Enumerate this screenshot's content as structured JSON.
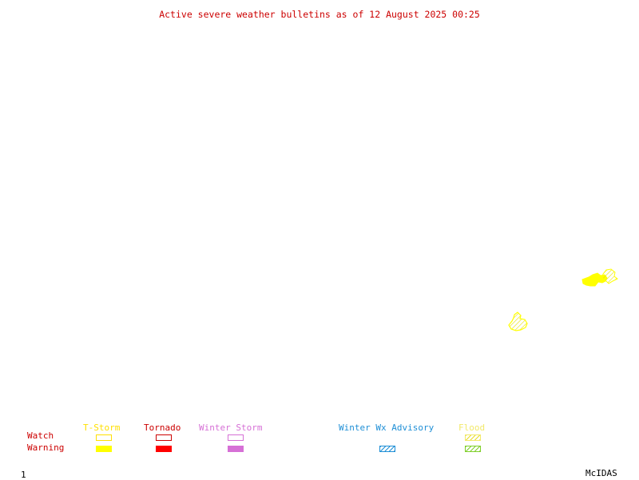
{
  "title": "Active severe weather bulletins as of 12 August 2025 00:25",
  "legend": {
    "row_labels": {
      "watch": "Watch",
      "warning": "Warning"
    },
    "categories": [
      {
        "name": "T-Storm",
        "color": "#ffe000"
      },
      {
        "name": "Tornado",
        "color": "#cc0000"
      },
      {
        "name": "Winter Storm",
        "color": "#d670d6"
      },
      {
        "name": "Winter Wx Advisory",
        "color": "#1f8fd6"
      },
      {
        "name": "Flood",
        "color": "#f2e96a",
        "warning_color": "#7fcf2a"
      }
    ]
  },
  "footer": {
    "frame_number": "1",
    "software": "McIDAS"
  },
  "map": {
    "areas": [
      {
        "type": "T-Storm warning",
        "color": "#ffff00"
      },
      {
        "type": "Flood watch",
        "color": "#ffff00"
      },
      {
        "type": "T-Storm watch",
        "color": "#ffff00"
      }
    ]
  }
}
